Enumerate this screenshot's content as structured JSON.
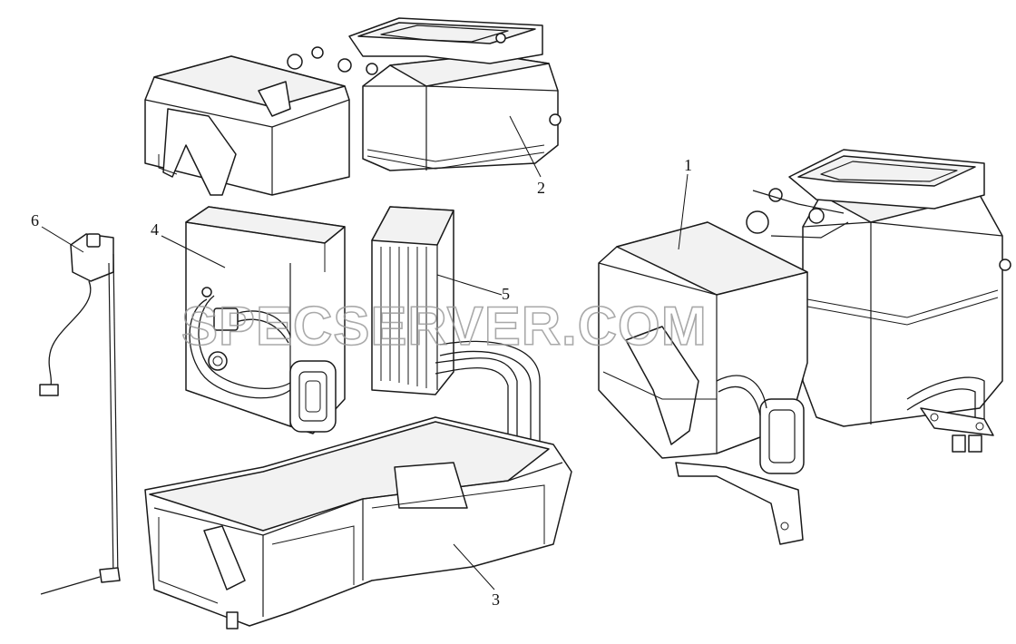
{
  "watermark": {
    "text": "SPECSERVER.COM"
  },
  "callouts": [
    {
      "id": "1",
      "label": "1"
    },
    {
      "id": "2",
      "label": "2"
    },
    {
      "id": "3",
      "label": "3"
    },
    {
      "id": "4",
      "label": "4"
    },
    {
      "id": "5",
      "label": "5"
    },
    {
      "id": "6",
      "label": "6"
    }
  ],
  "colors": {
    "line": "#1a1a1a",
    "background": "#ffffff",
    "watermark": "#9b9b9b"
  }
}
